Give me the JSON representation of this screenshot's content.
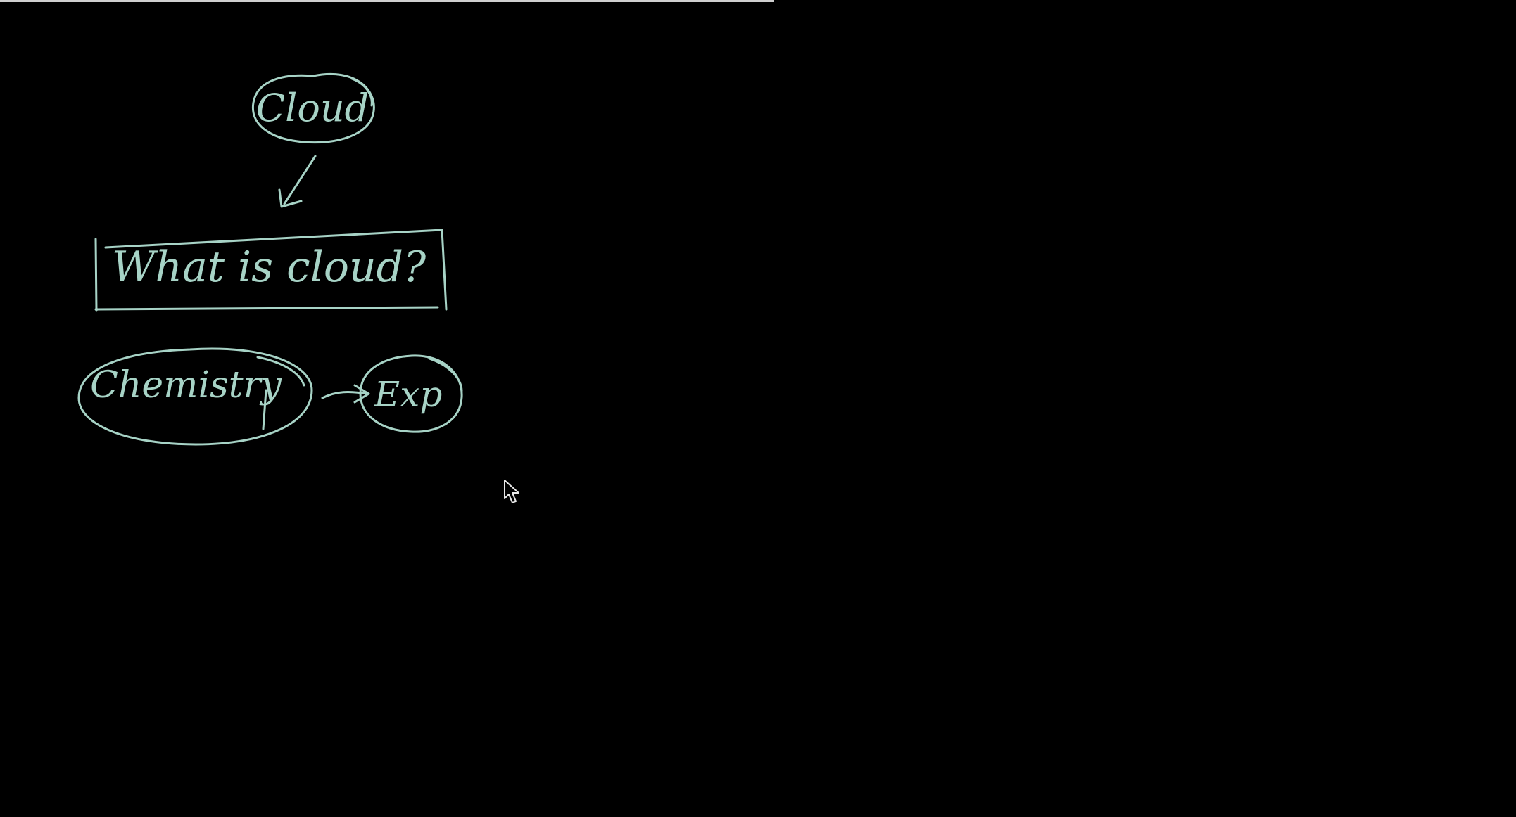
{
  "whiteboard": {
    "background_color": "#000000",
    "ink_color": "#a7d3c6",
    "nodes": {
      "cloud": "Cloud",
      "question": "What is cloud?",
      "chemistry": "Chemistry",
      "exp": "Exp"
    }
  },
  "cursor": {
    "icon": "mouse-pointer-icon"
  }
}
